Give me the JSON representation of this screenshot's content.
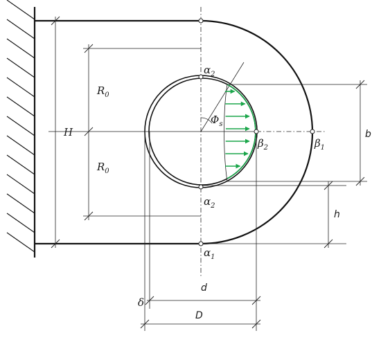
{
  "labels": {
    "H": "H",
    "R0_upper_main": "R",
    "R0_upper_sub": "0",
    "R0_lower_main": "R",
    "R0_lower_sub": "0",
    "alpha2_top_main": "α",
    "alpha2_top_sub": "2",
    "alpha2_bottom_main": "α",
    "alpha2_bottom_sub": "2",
    "alpha1_main": "α",
    "alpha1_sub": "1",
    "beta2_main": "β",
    "beta2_sub": "2",
    "beta1_main": "β",
    "beta1_sub": "1",
    "phi_main": "Φ",
    "phi_sub": "s",
    "b": "b",
    "h": "h",
    "d": "d",
    "D": "D",
    "delta": "δ"
  },
  "colors": {
    "pressure_arrows": "#1aa64a",
    "lines": "#111111"
  },
  "icons": {
    "wall": "hatched-wall",
    "pressure": "arrow-right"
  }
}
